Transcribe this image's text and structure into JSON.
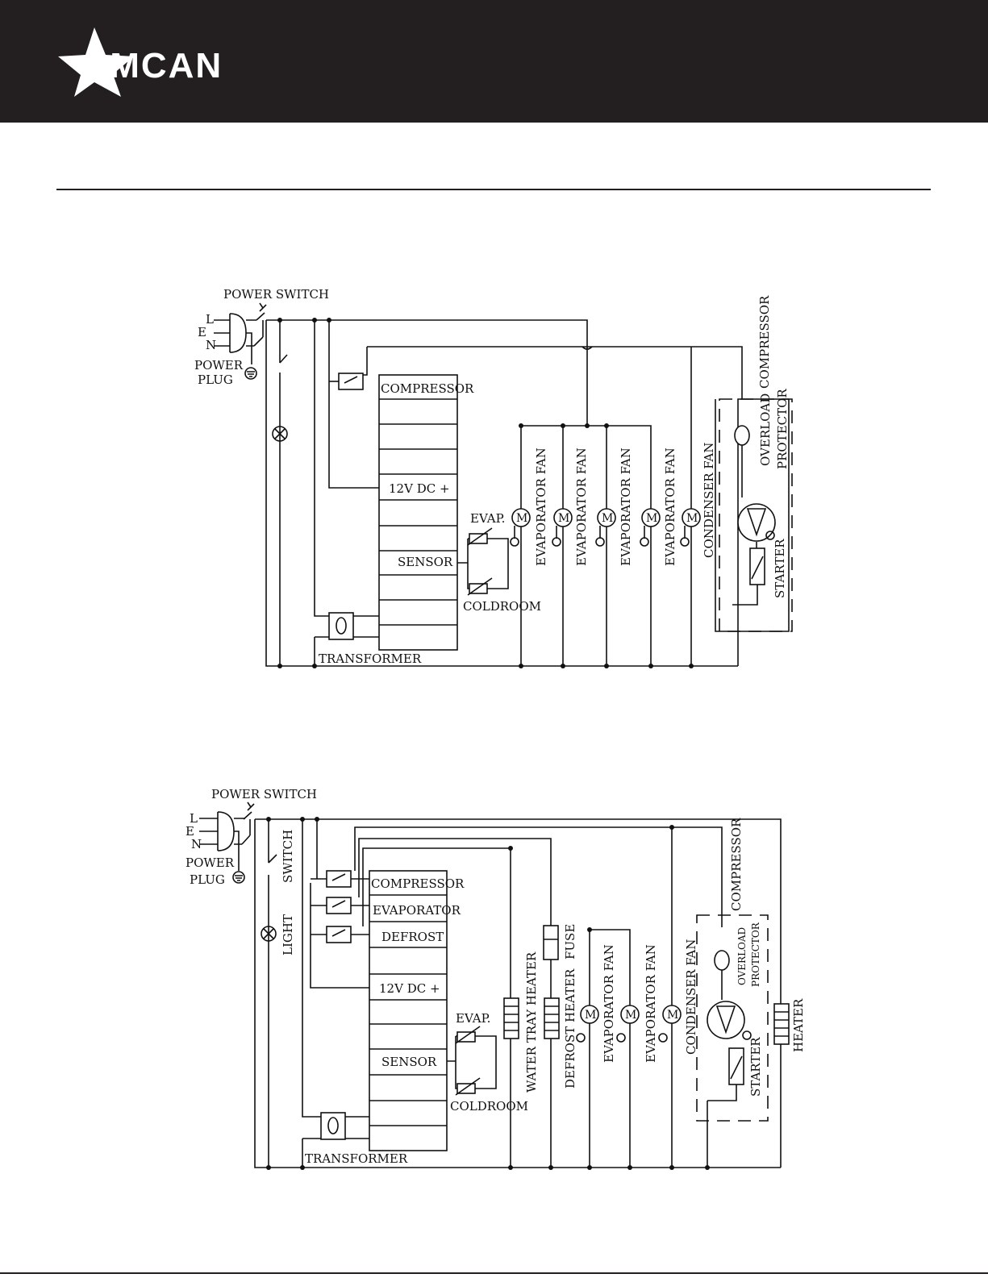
{
  "brand": {
    "name": "OMCAN",
    "logo_icon": "star-icon",
    "header_color": "#231f20"
  },
  "diagram1": {
    "power_switch": "POWER SWITCH",
    "plug_l": "L",
    "plug_e": "E",
    "plug_n": "N",
    "power_plug_1": "POWER",
    "power_plug_2": "PLUG",
    "compressor_top": "COMPRESSOR",
    "controller_rows": [
      "COMPRESSOR",
      "",
      "",
      "12V DC +",
      "",
      "",
      "SENSOR",
      "",
      ""
    ],
    "evap": "EVAP.",
    "coldroom": "COLDROOM",
    "transformer": "TRANSFORMER",
    "fans": [
      "EVAPORATOR FAN",
      "EVAPORATOR FAN",
      "EVAPORATOR FAN",
      "EVAPORATOR FAN",
      "CONDENSER FAN"
    ],
    "motor": "M",
    "overload_1": "OVERLOAD",
    "overload_2": "PROTECTOR",
    "starter": "STARTER"
  },
  "diagram2": {
    "power_switch": "POWER SWITCH",
    "plug_l": "L",
    "plug_e": "E",
    "plug_n": "N",
    "power_plug_1": "POWER",
    "power_plug_2": "PLUG",
    "switch": "SWITCH",
    "light": "LIGHT",
    "controller_rows": [
      "COMPRESSOR",
      "EVAPORATOR",
      "DEFROST",
      "",
      "12V DC +",
      "",
      "",
      "SENSOR",
      "",
      "",
      ""
    ],
    "evap": "EVAP.",
    "coldroom": "COLDROOM",
    "transformer": "TRANSFORMER",
    "water_tray_heater": "WATER TRAY HEATER",
    "fuse": "FUSE",
    "defrost_heater": "DEFROST HEATER",
    "fans": [
      "EVAPORATOR FAN",
      "EVAPORATOR FAN",
      "CONDENSER FAN"
    ],
    "motor": "M",
    "compressor_top": "COMPRESSOR",
    "overload_1": "OVERLOAD",
    "overload_2": "PROTECTOR",
    "starter": "STARTER",
    "heater": "HEATER"
  }
}
